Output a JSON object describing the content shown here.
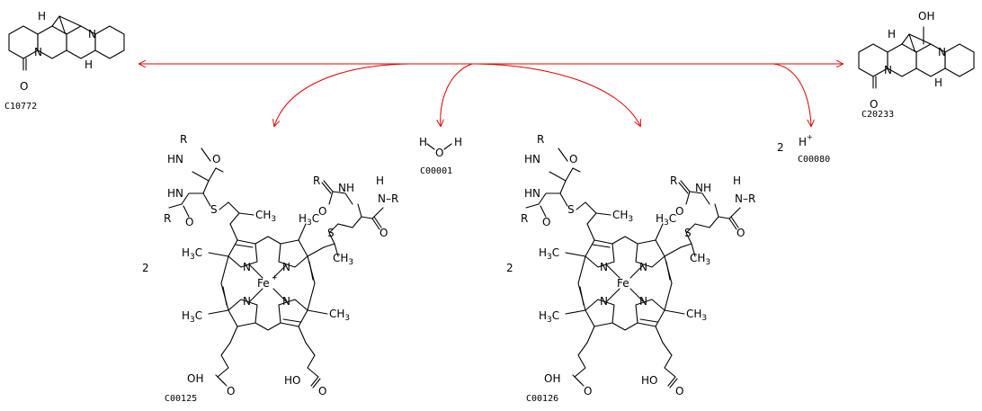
{
  "reaction": {
    "substrate_left": {
      "code": "C10772",
      "atoms": {
        "O": "O",
        "N": "N",
        "N2": "N",
        "H1": "H",
        "H2": "H"
      }
    },
    "product_right": {
      "code": "C20233",
      "atoms": {
        "OH": "OH",
        "O": "O",
        "N": "N",
        "N2": "N",
        "H1": "H",
        "H2": "H"
      }
    },
    "water": {
      "code": "C00001",
      "atoms": {
        "H": "H",
        "O": "O"
      }
    },
    "proton": {
      "code": "C00080",
      "coefficient": "2",
      "atoms": {
        "H": "H",
        "charge": "+"
      }
    },
    "heme_ferric": {
      "code": "C00125",
      "coefficient": "2",
      "iron": "Fe",
      "charge": "+"
    },
    "heme_ferrous": {
      "code": "C00126",
      "coefficient": "2",
      "iron": "Fe"
    }
  },
  "heme_labels": {
    "R": "R",
    "N": "N",
    "H": "H",
    "O": "O",
    "S": "S",
    "NH_R": "N–R",
    "CH3": "CH",
    "sub3": "3",
    "H3C": "H",
    "HOOC_OH": "OH",
    "HO": "HO",
    "O2": "O"
  },
  "colors": {
    "arrow": "#e00000",
    "structure": "#000000"
  }
}
